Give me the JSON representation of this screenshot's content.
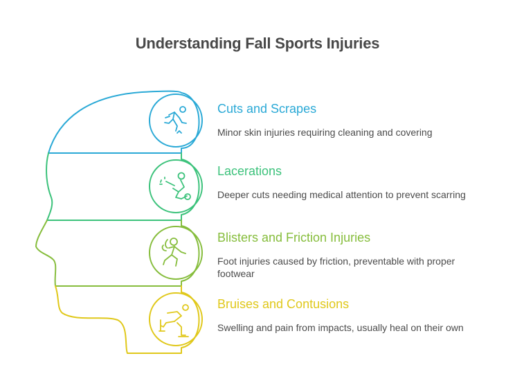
{
  "title": "Understanding Fall Sports Injuries",
  "items": [
    {
      "heading": "Cuts and Scrapes",
      "description": "Minor skin injuries requiring cleaning and covering",
      "color": "#2aa9d6",
      "icon": "falling-runner-icon"
    },
    {
      "heading": "Lacerations",
      "description": "Deeper cuts needing medical attention to prevent scarring",
      "color": "#3cc27b",
      "icon": "injured-player-icon"
    },
    {
      "heading": "Blisters and Friction Injuries",
      "description": "Foot injuries caused by friction, preventable with proper footwear",
      "color": "#86bd3c",
      "icon": "running-person-icon"
    },
    {
      "heading": "Bruises and Contusions",
      "description": "Swelling and pain from impacts, usually heal on their own",
      "color": "#e0c81a",
      "icon": "skater-icon"
    }
  ]
}
